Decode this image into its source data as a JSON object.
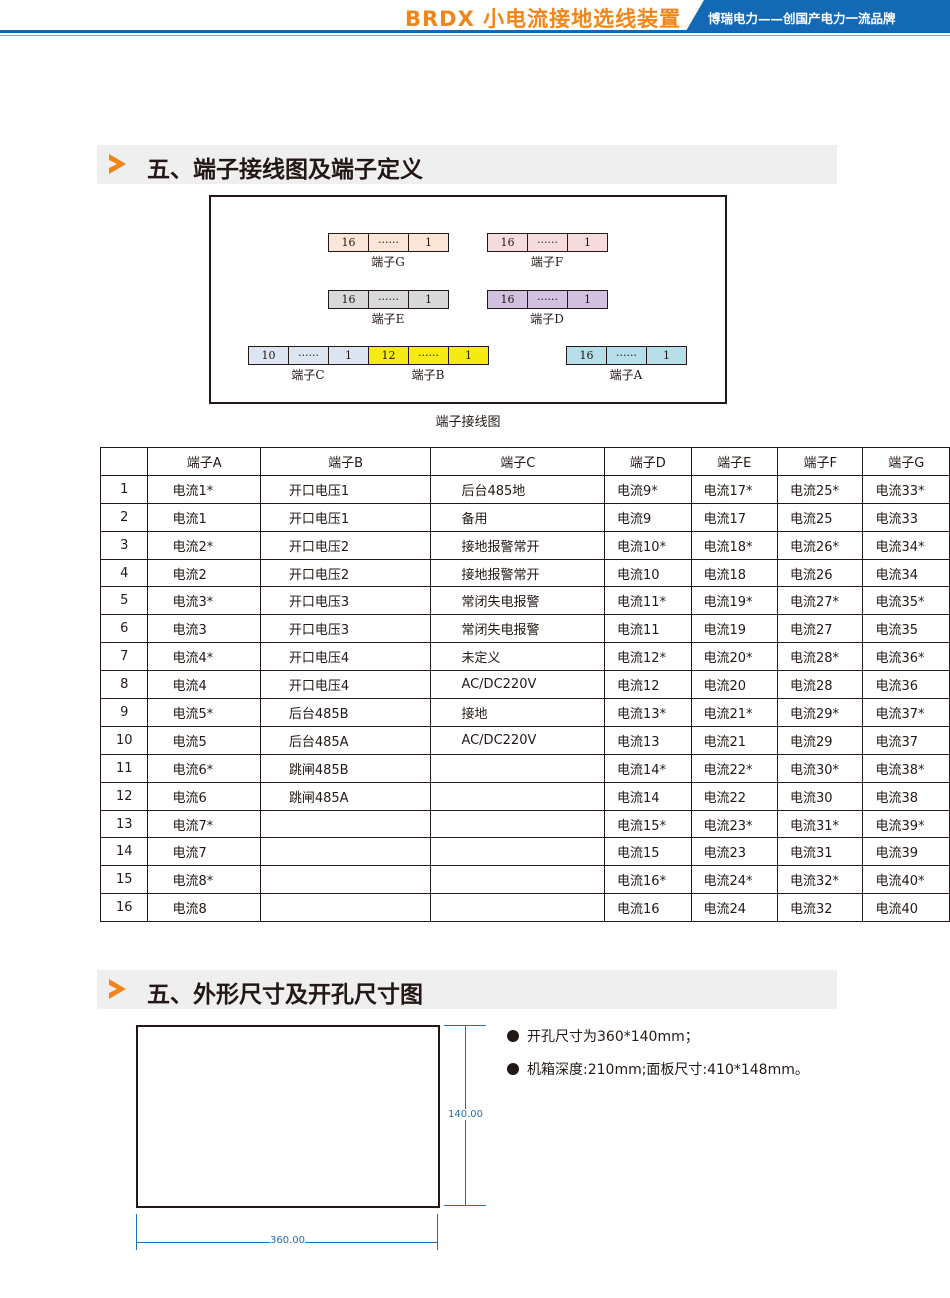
{
  "header": {
    "title": "BRDX 小电流接地选线装置",
    "slogan": "博瑞电力——创国产电力一流品牌"
  },
  "section1": {
    "title": "五、端子接线图及端子定义",
    "diagram_caption": "端子接线图"
  },
  "terminals": [
    {
      "label": "端子G",
      "cells": [
        "16",
        "······",
        "1"
      ],
      "color": "#fbe5d6"
    },
    {
      "label": "端子F",
      "cells": [
        "16",
        "······",
        "1"
      ],
      "color": "#f6dcdc"
    },
    {
      "label": "端子E",
      "cells": [
        "16",
        "······",
        "1"
      ],
      "color": "#d9d9d9"
    },
    {
      "label": "端子D",
      "cells": [
        "16",
        "······",
        "1"
      ],
      "color": "#d1c3df"
    },
    {
      "label": "端子C",
      "cells": [
        "10",
        "······",
        "1"
      ],
      "color": "#dce6f2"
    },
    {
      "label": "端子B",
      "cells": [
        "12",
        "······",
        "1"
      ],
      "color": "#f5ea12"
    },
    {
      "label": "端子A",
      "cells": [
        "16",
        "······",
        "1"
      ],
      "color": "#b7dfea"
    }
  ],
  "table": {
    "headers": [
      "",
      "端子A",
      "端子B",
      "端子C",
      "端子D",
      "端子E",
      "端子F",
      "端子G"
    ],
    "rows": [
      [
        "1",
        "电流1*",
        "开口电压1",
        "后台485地",
        "电流9*",
        "电流17*",
        "电流25*",
        "电流33*"
      ],
      [
        "2",
        "电流1",
        "开口电压1",
        "备用",
        "电流9",
        "电流17",
        "电流25",
        "电流33"
      ],
      [
        "3",
        "电流2*",
        "开口电压2",
        "接地报警常开",
        "电流10*",
        "电流18*",
        "电流26*",
        "电流34*"
      ],
      [
        "4",
        "电流2",
        "开口电压2",
        "接地报警常开",
        "电流10",
        "电流18",
        "电流26",
        "电流34"
      ],
      [
        "5",
        "电流3*",
        "开口电压3",
        "常闭失电报警",
        "电流11*",
        "电流19*",
        "电流27*",
        "电流35*"
      ],
      [
        "6",
        "电流3",
        "开口电压3",
        "常闭失电报警",
        "电流11",
        "电流19",
        "电流27",
        "电流35"
      ],
      [
        "7",
        "电流4*",
        "开口电压4",
        "未定义",
        "电流12*",
        "电流20*",
        "电流28*",
        "电流36*"
      ],
      [
        "8",
        "电流4",
        "开口电压4",
        "AC/DC220V",
        "电流12",
        "电流20",
        "电流28",
        "电流36"
      ],
      [
        "9",
        "电流5*",
        "后台485B",
        "接地",
        "电流13*",
        "电流21*",
        "电流29*",
        "电流37*"
      ],
      [
        "10",
        "电流5",
        "后台485A",
        "AC/DC220V",
        "电流13",
        "电流21",
        "电流29",
        "电流37"
      ],
      [
        "11",
        "电流6*",
        "跳闸485B",
        "",
        "电流14*",
        "电流22*",
        "电流30*",
        "电流38*"
      ],
      [
        "12",
        "电流6",
        "跳闸485A",
        "",
        "电流14",
        "电流22",
        "电流30",
        "电流38"
      ],
      [
        "13",
        "电流7*",
        "",
        "",
        "电流15*",
        "电流23*",
        "电流31*",
        "电流39*"
      ],
      [
        "14",
        "电流7",
        "",
        "",
        "电流15",
        "电流23",
        "电流31",
        "电流39"
      ],
      [
        "15",
        "电流8*",
        "",
        "",
        "电流16*",
        "电流24*",
        "电流32*",
        "电流40*"
      ],
      [
        "16",
        "电流8",
        "",
        "",
        "电流16",
        "电流24",
        "电流32",
        "电流40"
      ]
    ]
  },
  "section2": {
    "title": "五、外形尺寸及开孔尺寸图",
    "height_dim": "140.00",
    "width_dim": "360.00",
    "bullets": [
      "开孔尺寸为360*140mm；",
      "机箱深度:210mm;面板尺寸:410*148mm。"
    ]
  }
}
